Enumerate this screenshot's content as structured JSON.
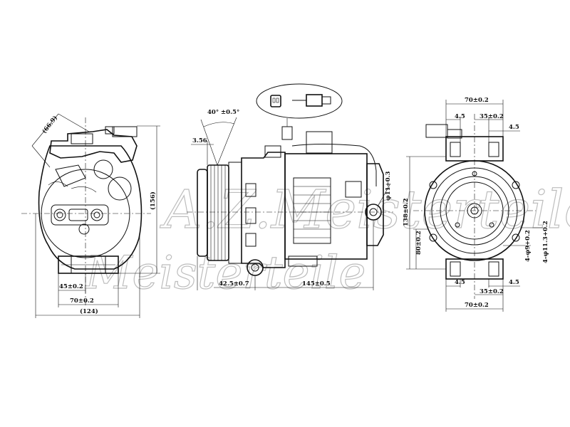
{
  "watermark": {
    "line1": "A.Z.Meisterteile",
    "line2": "Meisterteile"
  },
  "left_view": {
    "dim_flange_diag": "(66.9)",
    "dim_height": "(156)",
    "dim_45": "45±0.2",
    "dim_70": "70±0.2",
    "dim_width": "(124)"
  },
  "side_view": {
    "dim_angle": "40° ±0.5°",
    "dim_3_56": "3.56",
    "dim_42_5": "42.5±0.7",
    "dim_145": "145±0.5",
    "dim_bore": "φ11+0.3"
  },
  "right_view": {
    "dim_70_top": "70±0.2",
    "dim_4_5_a": "4.5",
    "dim_35_top": "35±0.2",
    "dim_4_5_b": "4.5",
    "dim_138": "138±0.2",
    "dim_80": "80±0.2",
    "dim_hole1": "4-φ9+0.2",
    "dim_hole2": "4-φ11.3+0.2",
    "dim_4_5_c": "4.5",
    "dim_35_bot": "35±0.2",
    "dim_4_5_d": "4.5",
    "dim_70_bot": "70±0.2"
  }
}
